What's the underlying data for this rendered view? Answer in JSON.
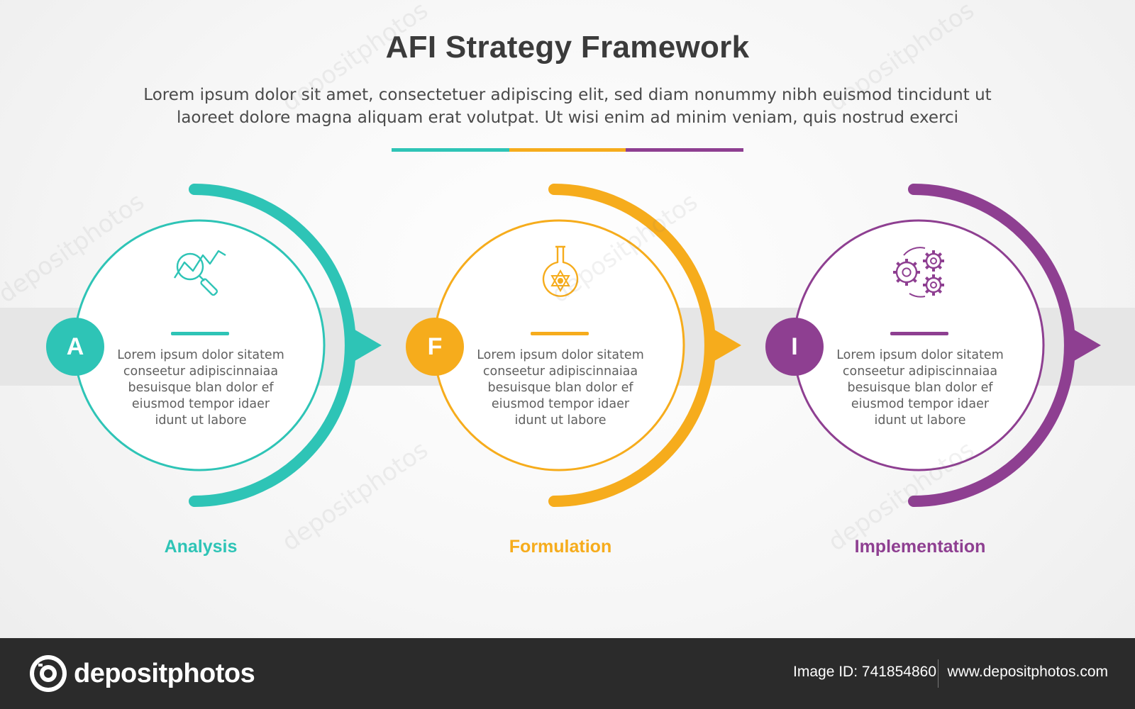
{
  "header": {
    "title": "AFI Strategy Framework",
    "subtitle_line1": "Lorem ipsum dolor sit amet, consectetuer adipiscing elit, sed diam nonummy nibh euismod tincidunt ut",
    "subtitle_line2": "laoreet dolore magna aliquam erat volutpat. Ut wisi enim ad minim veniam, quis nostrud exerci"
  },
  "colors": {
    "teal": "#2ec4b6",
    "orange": "#f6ac1c",
    "purple": "#8e3f91",
    "band": "#e6e6e6"
  },
  "stages": [
    {
      "letter": "A",
      "label": "Analysis",
      "icon": "analysis-magnifier-chart-icon",
      "color": "#2ec4b6",
      "description": [
        "Lorem ipsum dolor sitatem",
        "conseetur adipiscinnaiaa",
        "besuisque blan dolor ef",
        "eiusmod tempor idaer",
        "idunt ut labore"
      ]
    },
    {
      "letter": "F",
      "label": "Formulation",
      "icon": "flask-molecule-icon",
      "color": "#f6ac1c",
      "description": [
        "Lorem ipsum dolor sitatem",
        "conseetur adipiscinnaiaa",
        "besuisque blan dolor ef",
        "eiusmod tempor idaer",
        "idunt ut labore"
      ]
    },
    {
      "letter": "I",
      "label": "Implementation",
      "icon": "gears-cycle-icon",
      "color": "#8e3f91",
      "description": [
        "Lorem ipsum dolor sitatem",
        "conseetur adipiscinnaiaa",
        "besuisque blan dolor ef",
        "eiusmod tempor idaer",
        "idunt ut labore"
      ]
    }
  ],
  "footer": {
    "brand": "depositphotos",
    "image_id": "Image ID: 741854860",
    "site": "www.depositphotos.com"
  },
  "watermark": "depositphotos"
}
